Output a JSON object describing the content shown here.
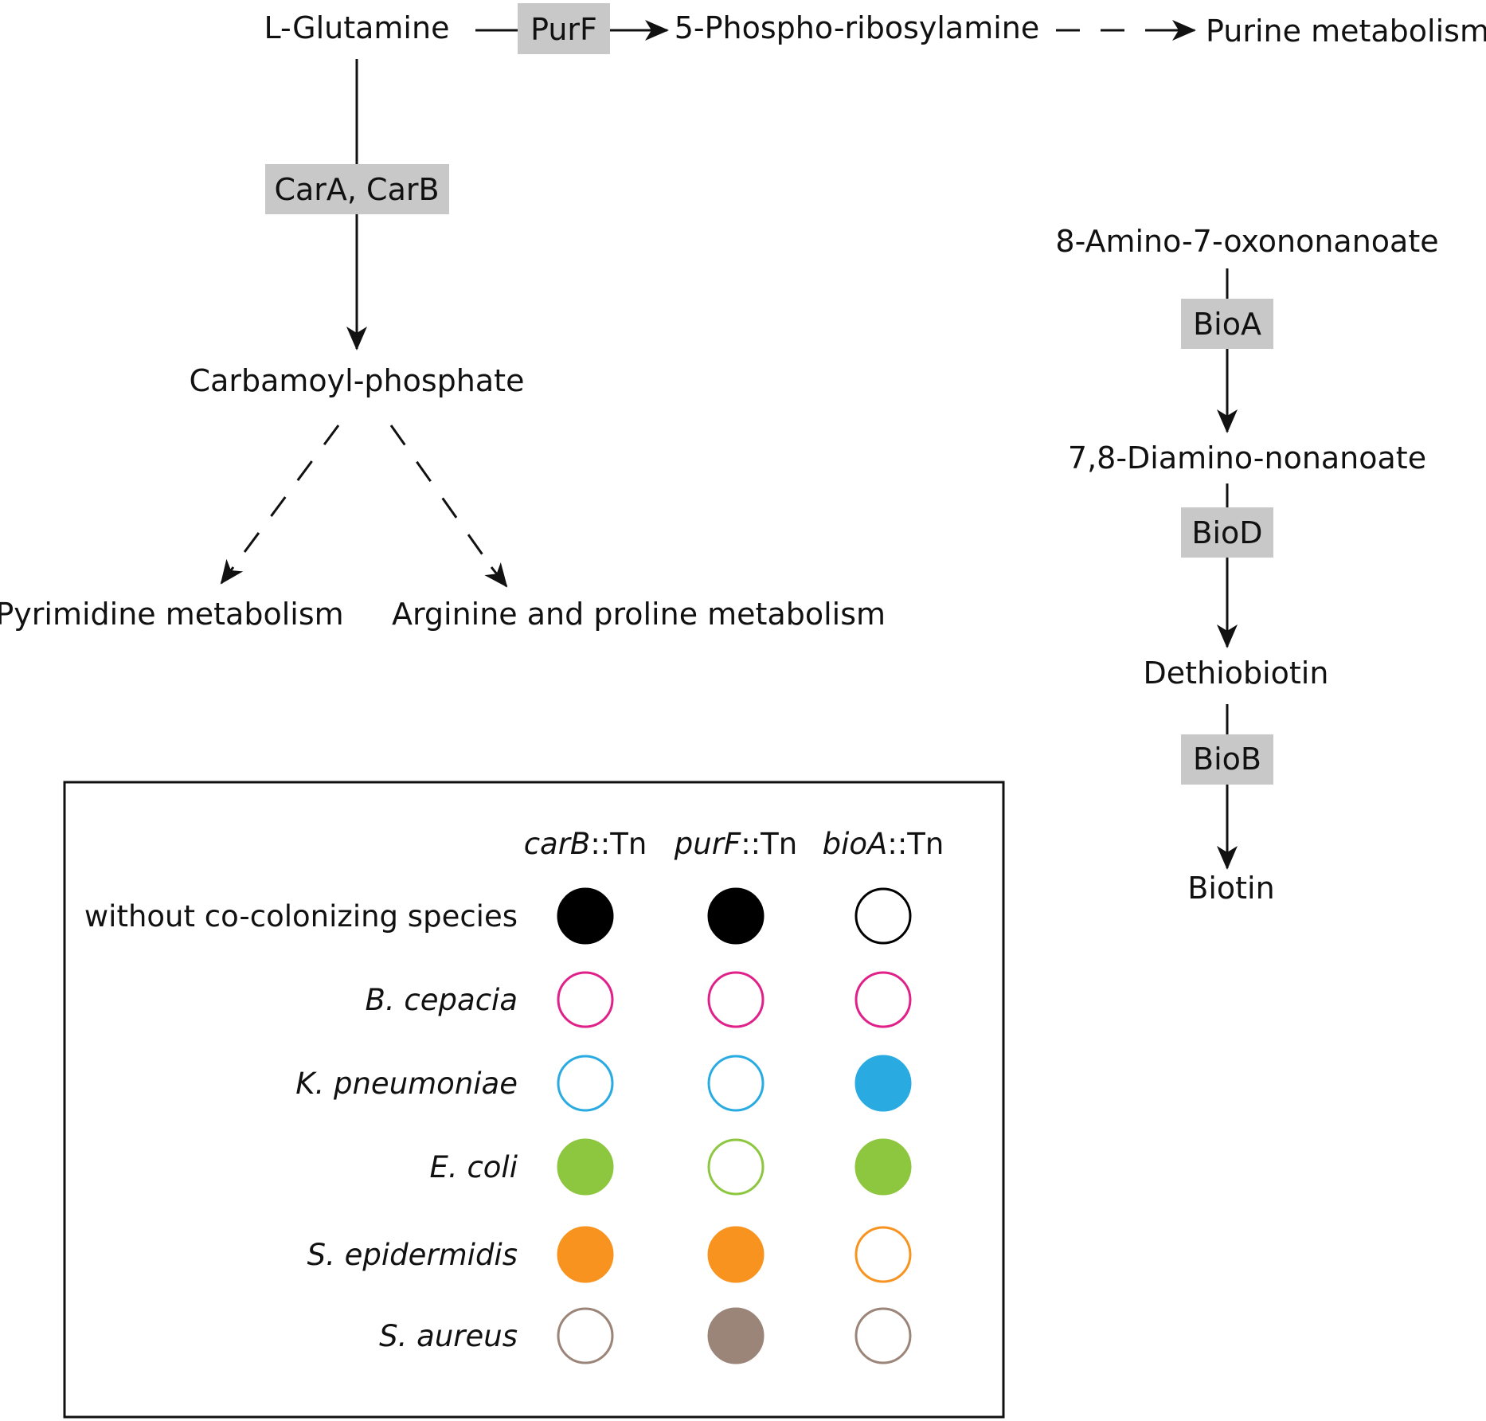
{
  "pathway": {
    "l_glutamine": "L-Glutamine",
    "purf": "PurF",
    "phosphoribosylamine": "5-Phospho-ribosylamine",
    "purine_metabolism": "Purine metabolism",
    "cara_carb": "CarA, CarB",
    "carbamoyl_phosphate": "Carbamoyl-phosphate",
    "pyrimidine_metabolism": "Pyrimidine metabolism",
    "arginine_proline": "Arginine and proline metabolism",
    "aminooxononanoate": "8-Amino-7-oxononanoate",
    "bioa": "BioA",
    "diaminononanoate": "7,8-Diamino-nonanoate",
    "biod": "BioD",
    "dethiobiotin": "Dethiobiotin",
    "biob": "BioB",
    "biotin": "Biotin"
  },
  "legend": {
    "columns": [
      {
        "gene": "carB",
        "suffix": "::Tn"
      },
      {
        "gene": "purF",
        "suffix": "::Tn"
      },
      {
        "gene": "bioA",
        "suffix": "::Tn"
      }
    ],
    "rows": [
      {
        "label": "without co-colonizing species",
        "italic": false,
        "color": "#000000",
        "filled": [
          true,
          true,
          false
        ]
      },
      {
        "label": "B. cepacia",
        "italic": true,
        "color": "#e0218a",
        "filled": [
          false,
          false,
          false
        ]
      },
      {
        "label": "K. pneumoniae",
        "italic": true,
        "color": "#29abe2",
        "filled": [
          false,
          false,
          true
        ]
      },
      {
        "label": "E. coli",
        "italic": true,
        "color": "#8dc63f",
        "filled": [
          true,
          false,
          true
        ]
      },
      {
        "label": "S. epidermidis",
        "italic": true,
        "color": "#f7931e",
        "filled": [
          true,
          true,
          false
        ]
      },
      {
        "label": "S. aureus",
        "italic": true,
        "color": "#9b8579",
        "filled": [
          false,
          true,
          false
        ]
      }
    ]
  }
}
